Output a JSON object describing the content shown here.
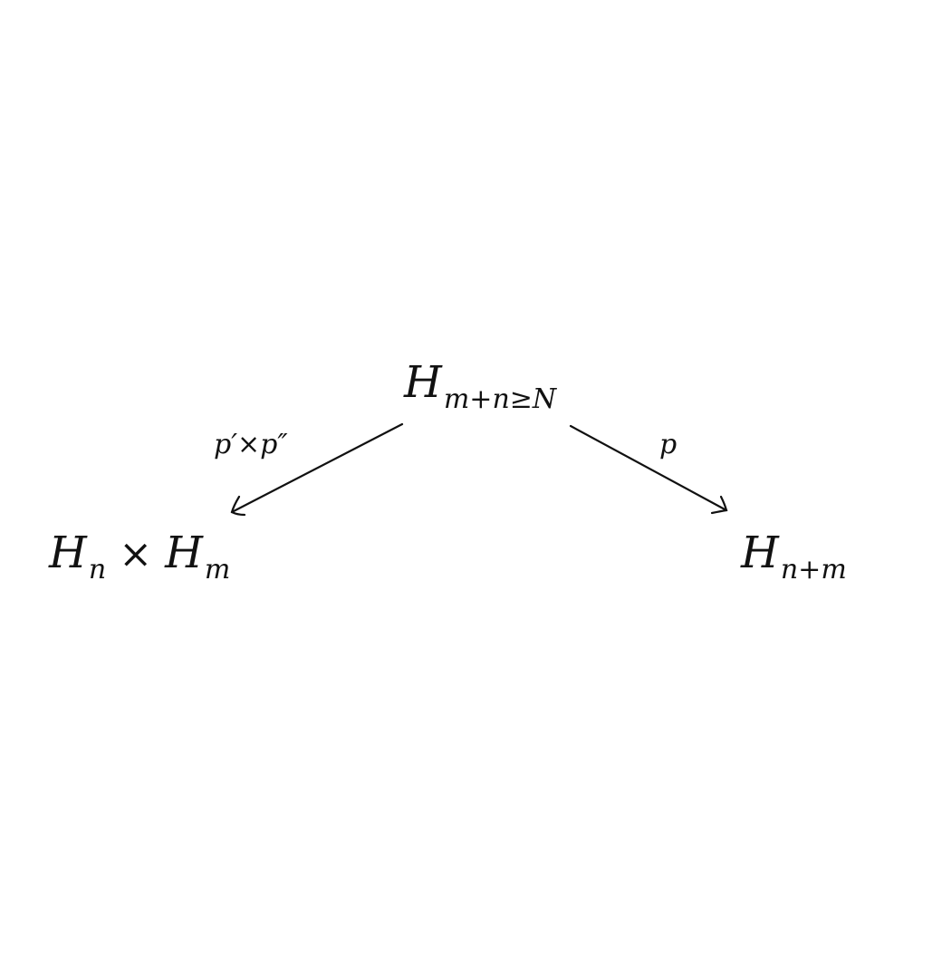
{
  "diagram": {
    "nodes": {
      "top": {
        "base": "H",
        "subscript": "m+n≥N"
      },
      "left": {
        "base1": "H",
        "sub1": "n",
        "operator": "×",
        "base2": "H",
        "sub2": "m"
      },
      "right": {
        "base": "H",
        "subscript": "n+m"
      }
    },
    "edges": {
      "left": {
        "label": "p′×p″",
        "from": "top",
        "to": "left"
      },
      "right": {
        "label": "p",
        "from": "top",
        "to": "right"
      }
    }
  }
}
